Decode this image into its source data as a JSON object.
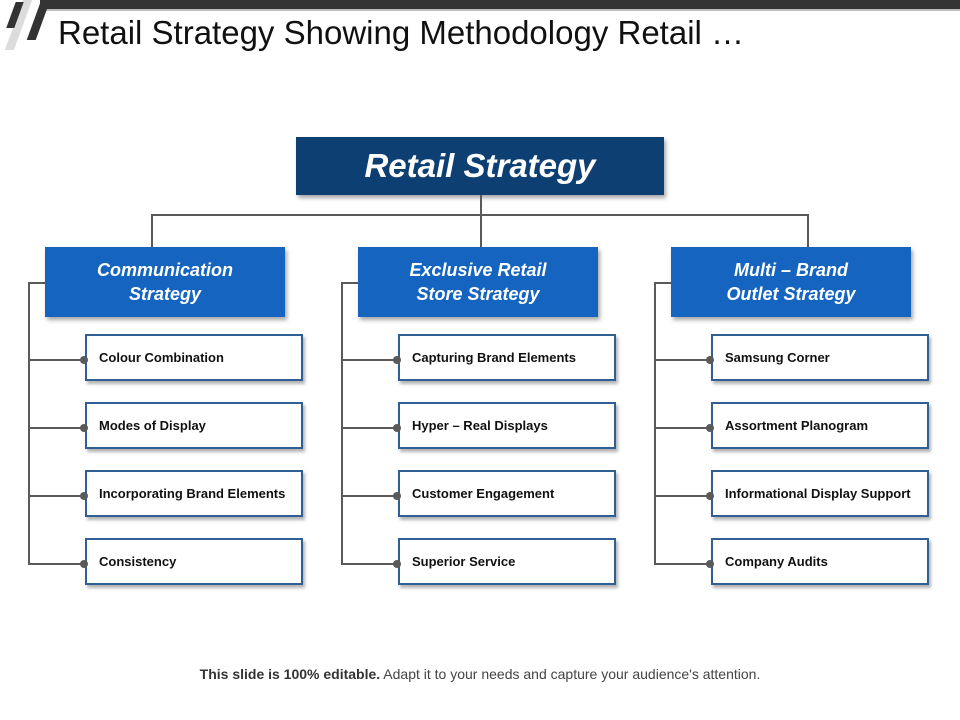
{
  "header": {
    "title": "Retail Strategy Showing Methodology Retail …"
  },
  "diagram": {
    "root": "Retail Strategy",
    "categories": [
      {
        "title_line1": "Communication",
        "title_line2": "Strategy",
        "items": [
          "Colour Combination",
          "Modes of Display",
          "Incorporating Brand Elements",
          "Consistency"
        ]
      },
      {
        "title_line1": "Exclusive Retail",
        "title_line2": "Store Strategy",
        "items": [
          "Capturing Brand Elements",
          "Hyper – Real Displays",
          "Customer Engagement",
          "Superior Service"
        ]
      },
      {
        "title_line1": "Multi – Brand",
        "title_line2": "Outlet Strategy",
        "items": [
          "Samsung Corner",
          "Assortment Planogram",
          "Informational Display Support",
          "Company Audits"
        ]
      }
    ]
  },
  "footer": {
    "bold": "This slide is 100% editable.",
    "text": " Adapt it to your needs and capture your audience's attention."
  },
  "colors": {
    "root": "#0d3f73",
    "category": "#1565c0",
    "item_border": "#2f5f93",
    "connector": "#5a5a5a"
  }
}
